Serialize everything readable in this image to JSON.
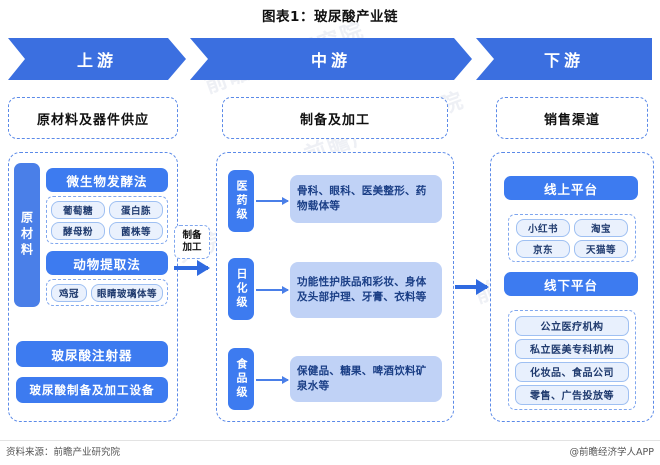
{
  "title": "图表1：玻尿酸产业链",
  "band": [
    {
      "label": "上游"
    },
    {
      "label": "中游"
    },
    {
      "label": "下游"
    }
  ],
  "watermarks": [
    "前瞻产业研究院",
    "前瞻产业研究院",
    "前瞻产业研究院",
    "前瞻产业研究院"
  ],
  "upstream": {
    "head": "原材料及器件供应",
    "vertical_label": "原材料",
    "blocks": [
      {
        "title": "微生物发酵法",
        "tags": [
          "葡萄糖",
          "蛋白胨",
          "酵母粉",
          "菌株等"
        ]
      },
      {
        "title": "动物提取法",
        "tags": [
          "鸡冠",
          "眼睛玻璃体等"
        ]
      }
    ],
    "items": [
      "玻尿酸注射器",
      "玻尿酸制备及加工设备"
    ]
  },
  "connector1": {
    "label_line1": "制备",
    "label_line2": "加工"
  },
  "midstream": {
    "head": "制备及加工",
    "rows": [
      {
        "grade": "医药级",
        "content": "骨科、眼科、医美整形、药物载体等"
      },
      {
        "grade": "日化级",
        "content": "功能性护肤品和彩妆、身体及头部护理、牙膏、衣料等"
      },
      {
        "grade": "食品级",
        "content": "保健品、糖果、啤酒饮料矿泉水等"
      }
    ]
  },
  "downstream": {
    "head": "销售渠道",
    "online": {
      "title": "线上平台",
      "tags": [
        "小红书",
        "淘宝",
        "京东",
        "天猫等"
      ]
    },
    "offline": {
      "title": "线下平台",
      "items": [
        "公立医疗机构",
        "私立医美专科机构",
        "化妆品、食品公司",
        "零售、广告投放等"
      ]
    }
  },
  "footer": {
    "source": "资料来源：前瞻产业研究院",
    "credit": "@前瞻经济学人APP"
  },
  "colors": {
    "brand": "#3d7bf0",
    "band": "#3b6fe0",
    "content": "#c0d2f6",
    "tag": "#eaf1fd"
  }
}
